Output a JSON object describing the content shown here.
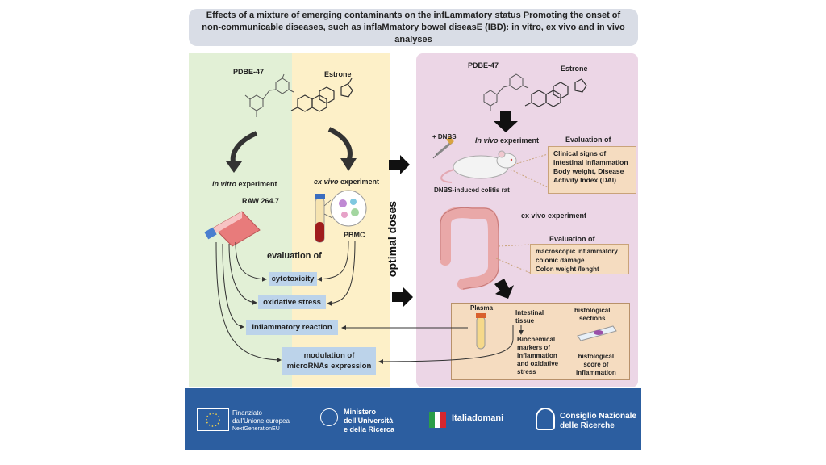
{
  "title": "Effects of a mixture of emerging contaminants on the infLammatory status Promoting the onset of non-communicable diseases, such as inflaMmatory bowel diseasE (IBD): in vitro, ex vivo and in vivo analyses",
  "left": {
    "pdbe_label": "PDBE-47",
    "estrone_label": "Estrone",
    "in_vitro": {
      "italic": "in vitro",
      "rest": " experiment"
    },
    "ex_vivo": {
      "italic": "ex vivo",
      "rest": " experiment"
    },
    "raw_label": "RAW 264.7",
    "pbmc_label": "PBMC",
    "evaluation_label": "evaluation of",
    "boxes": {
      "cytotoxicity": "cytotoxicity",
      "oxidative": "oxidative stress",
      "inflammatory": "inflammatory reaction",
      "micro_line1": "modulation of",
      "micro_line2": "microRNAs expression"
    }
  },
  "middle": {
    "optimal_doses": "optimal doses"
  },
  "right": {
    "pdbe_label": "PDBE-47",
    "estrone_label": "Estrone",
    "dnbs_label": "+ DNBS",
    "in_vivo": {
      "italic": "In vivo",
      "rest": " experiment"
    },
    "rat_label": "DNBS-induced colitis rat",
    "eval1_title": "Evaluation of",
    "eval1_lines": [
      "Clinical signs of",
      "intestinal inflammation",
      "Body weight, Disease",
      "Activity Index (DAI)"
    ],
    "ex_vivo_label": "ex vivo experiment",
    "eval2_title": "Evaluation of",
    "eval2_lines": [
      "macroscopic inflammatory",
      "colonic damage",
      "Colon weight /lenght"
    ],
    "plasma": "Plasma",
    "intestinal": [
      "Intestinal",
      "tissue"
    ],
    "histo_sections": [
      "histological",
      "sections"
    ],
    "biochem": [
      "Biochemical",
      "markers of",
      "inflammation",
      "and oxidative",
      "stress"
    ],
    "histo_score": [
      "histological",
      "score of",
      "inflammation"
    ]
  },
  "footer": {
    "eu": [
      "Finanziato",
      "dall'Unione europea",
      "NextGenerationEU"
    ],
    "ministero": [
      "Ministero",
      "dell'Università",
      "e della Ricerca"
    ],
    "italia": "Italiadomani",
    "cnr": [
      "Consiglio Nazionale",
      "delle Ricerche"
    ]
  },
  "colors": {
    "green": "#e2f0d6",
    "yellow": "#fdf0c8",
    "pink": "#ecd6e6",
    "blue_box": "#bcd3ea",
    "tan_box": "#f5dcc0",
    "footer": "#2c5ea0"
  }
}
